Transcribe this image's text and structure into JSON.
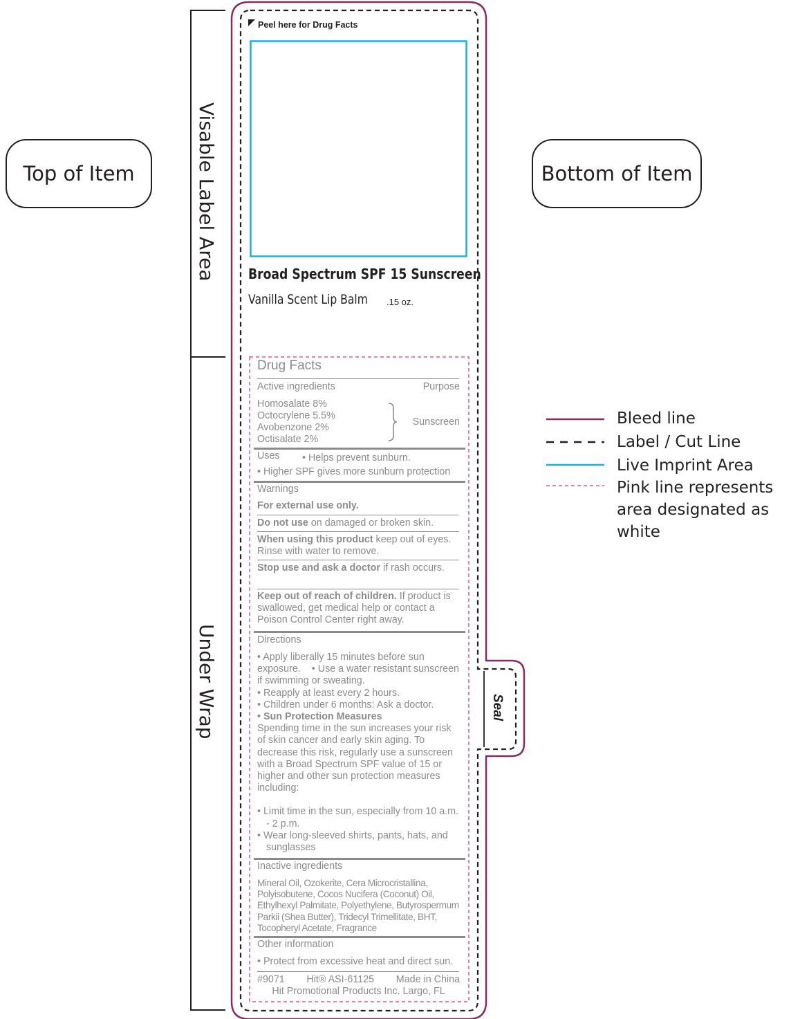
{
  "side_labels": {
    "top": "Top of Item",
    "bottom": "Bottom of Item",
    "visible_area": "Visable Label Area",
    "under_wrap": "Under Wrap",
    "seal": "Seal"
  },
  "label": {
    "peel": "Peel here for Drug Facts",
    "title": "Broad Spectrum SPF 15 Sunscreen",
    "subtitle": "Vanilla Scent Lip Balm",
    "size": ".15 oz."
  },
  "drug_facts": {
    "heading": "Drug Facts",
    "active_heading": "Active ingredients",
    "purpose_heading": "Purpose",
    "ingredients": [
      "Homosalate 8%",
      "Octocrylene 5.5%",
      "Avobenzone 2%",
      "Octisalate 2%"
    ],
    "purpose": "Sunscreen",
    "uses_heading": "Uses",
    "uses_1": "• Helps prevent sunburn.",
    "uses_2": "• Higher SPF gives more sunburn protection",
    "warnings_heading": "Warnings",
    "warn_external": "For external use only.",
    "warn_donot_bold": "Do not use",
    "warn_donot_text": " on damaged or broken skin.",
    "warn_when_bold": "When using this product",
    "warn_when_text": " keep out of eyes. Rinse with water to remove.",
    "warn_stop_bold": "Stop use and ask a doctor",
    "warn_stop_text": " if rash occurs.",
    "warn_keep_bold": "Keep out of reach of children.",
    "warn_keep_text": " If product is swallowed, get medical help or contact a Poison Control Center right away.",
    "directions_heading": "Directions",
    "dir_1": "• Apply liberally 15 minutes before sun exposure.",
    "dir_2": "• Use a water resistant sunscreen if swimming or sweating.",
    "dir_3": "• Reapply at least every 2 hours.",
    "dir_4": "• Children under 6 months: Ask a doctor.",
    "dir_5_bold": "• Sun Protection Measures",
    "dir_5_text": "Spending time in the sun increases your risk of skin cancer and early skin aging. To decrease this risk, regularly use a sunscreen with a Broad Spectrum SPF value of 15 or higher and other sun protection measures including:",
    "dir_6": "• Limit time in the sun, especially from 10 a.m. - 2 p.m.",
    "dir_7": "• Wear long-sleeved shirts, pants, hats, and sunglasses",
    "inactive_heading": "Inactive ingredients",
    "inactive_text": "Mineral Oil, Ozokerite, Cera Microcristallina, Polyisobutene, Cocos Nucifera (Coconut) Oil, Ethylhexyl Palmitate, Polyethylene, Butyrospermum Parkii (Shea Butter), Tridecyl Trimellitate, BHT, Tocopheryl Acetate, Fragrance",
    "other_heading": "Other information",
    "other_text": "• Protect from excessive heat and direct sun.",
    "footer_code": "#9071",
    "footer_asi": "Hit® ASI-61125",
    "footer_made": "Made in China",
    "footer_company": "Hit Promotional Products Inc. Largo, FL"
  },
  "legend": [
    {
      "label": "Bleed line",
      "color": "#8b2a5e"
    },
    {
      "label": "Label / Cut Line",
      "color": "#231f20"
    },
    {
      "label": "Live Imprint Area",
      "color": "#1aaee5"
    },
    {
      "label": "Pink line represents area designated as white",
      "color": "#ef7fa9"
    }
  ]
}
